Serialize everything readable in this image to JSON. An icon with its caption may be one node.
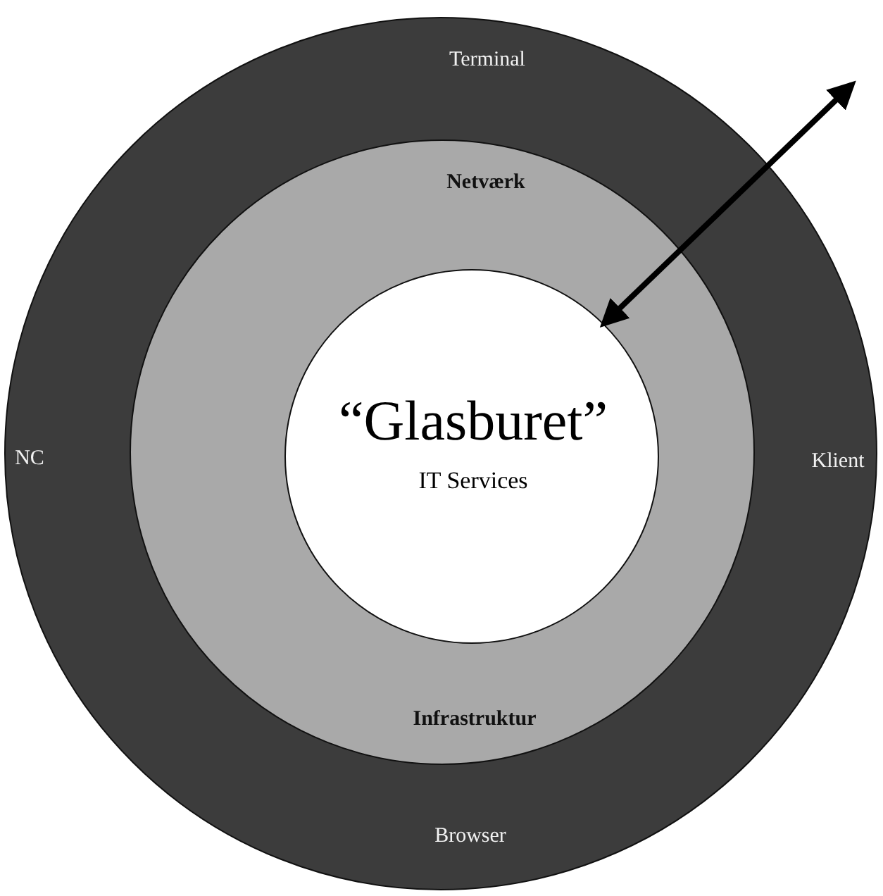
{
  "diagram": {
    "nodes": [
      {
        "text": [
          "Terminal",
          "NC",
          "Klient",
          "Browser"
        ]
      },
      {
        "text": [
          "Netværk",
          "Infrastruktur"
        ],
        "in": 0
      },
      {
        "text": [
          "“Glasburet”",
          "IT Services"
        ],
        "in": 1
      }
    ],
    "edges": [
      {
        "from": null,
        "to": 2,
        "arrow": "both"
      }
    ]
  }
}
